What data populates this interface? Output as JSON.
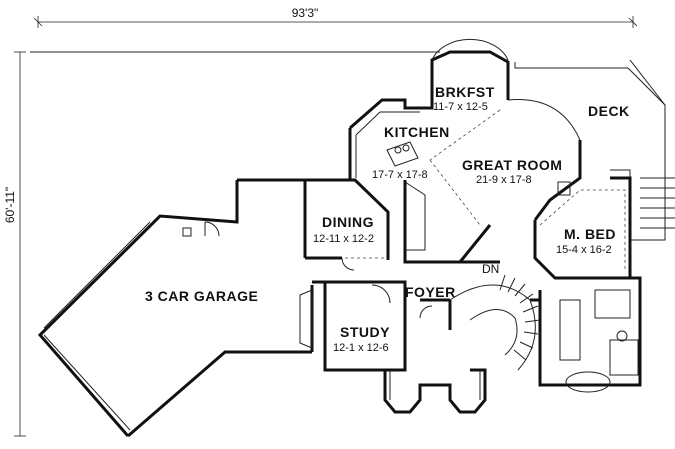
{
  "dimensions": {
    "width": "93'3\"",
    "depth": "60'-11\""
  },
  "rooms": [
    {
      "key": "brkfst",
      "name": "BRKFST",
      "size": "11-7 x 12-5"
    },
    {
      "key": "kitchen",
      "name": "KITCHEN",
      "size": "17-7 x 17-8"
    },
    {
      "key": "great",
      "name": "GREAT ROOM",
      "size": "21-9 x 17-8"
    },
    {
      "key": "deck",
      "name": "DECK",
      "size": ""
    },
    {
      "key": "dining",
      "name": "DINING",
      "size": "12-11 x 12-2"
    },
    {
      "key": "mbed",
      "name": "M. BED",
      "size": "15-4 x 16-2"
    },
    {
      "key": "garage",
      "name": "3 CAR GARAGE",
      "size": ""
    },
    {
      "key": "foyer",
      "name": "FOYER",
      "size": ""
    },
    {
      "key": "study",
      "name": "STUDY",
      "size": "12-1 x 12-6"
    }
  ],
  "stair_label": "DN"
}
